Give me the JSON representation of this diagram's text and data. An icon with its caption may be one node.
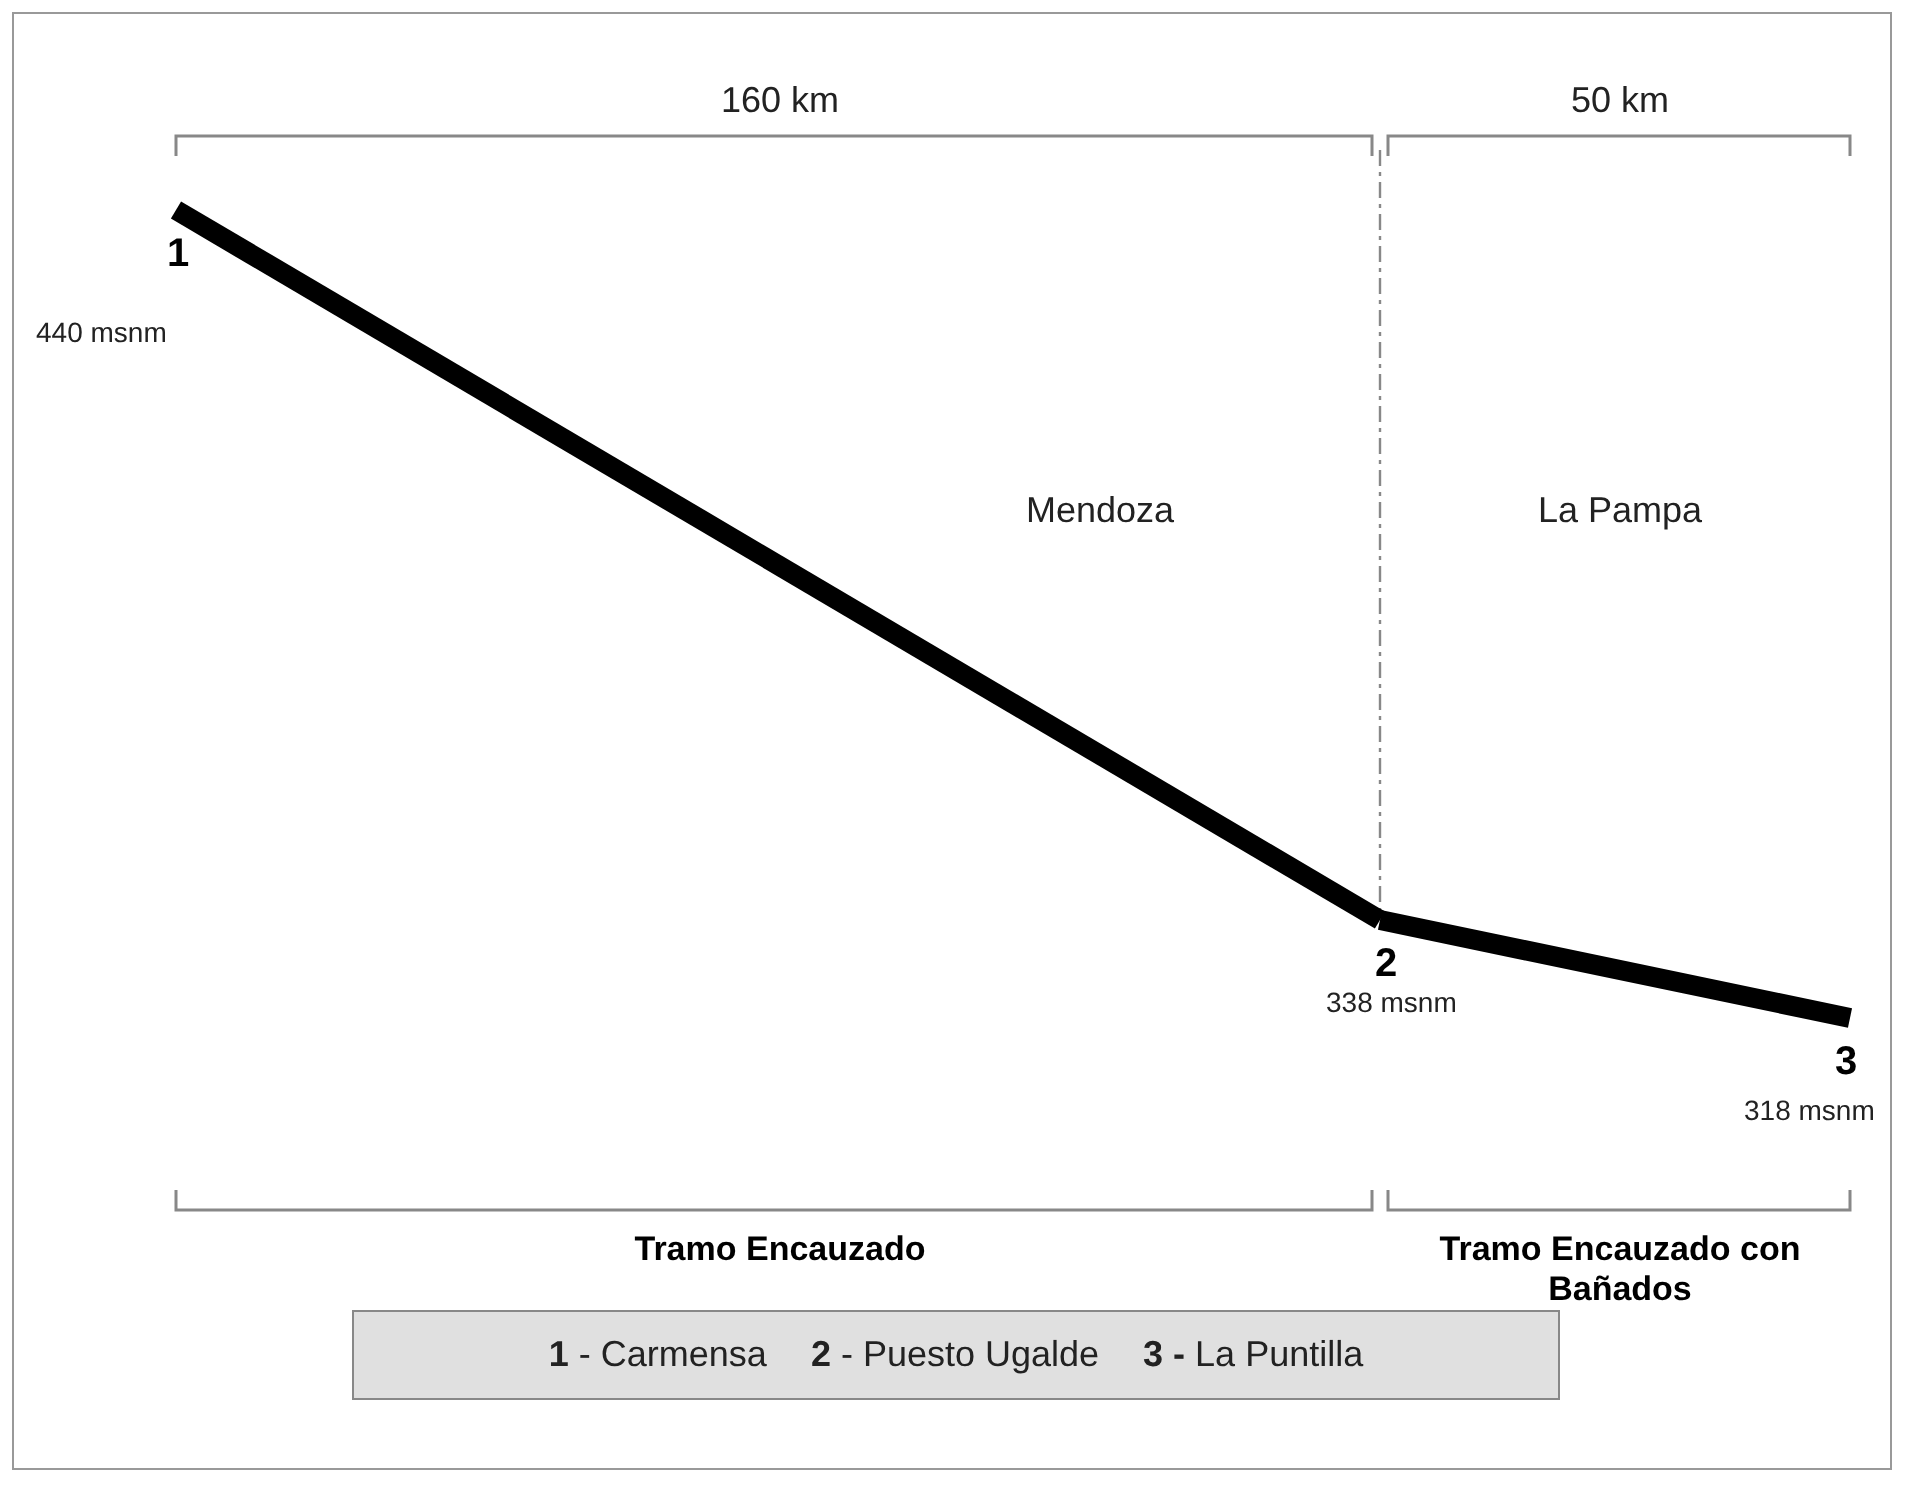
{
  "diagram": {
    "nodes": [
      {
        "text": [
          "1"
        ],
        "beside": [
          "440 msnm"
        ]
      },
      {
        "text": [
          "2"
        ],
        "beside": [
          "338 msnm"
        ]
      },
      {
        "text": [
          "3"
        ],
        "beside": [
          "318 msnm"
        ]
      },
      {
        "text": [
          "**1** - Carmensa",
          "**2** - Puesto Ugalde",
          "**3 -** La Puntilla"
        ]
      }
    ],
    "edges": [
      {
        "from": 0,
        "to": 1,
        "arrow": "none"
      },
      {
        "from": 1,
        "to": 2,
        "arrow": "none"
      }
    ],
    "labels": [
      "160 km",
      "50 km",
      "Mendoza",
      "La Pampa",
      "Tramo Encauzado",
      "Tramo Encauzado con Bañados"
    ]
  }
}
